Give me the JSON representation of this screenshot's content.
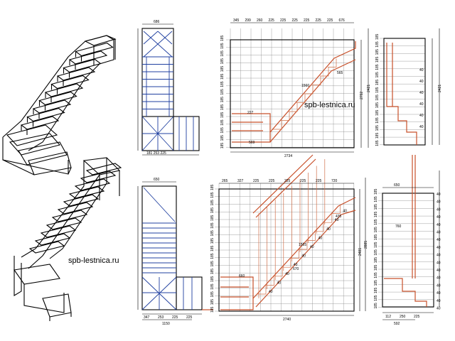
{
  "watermarks": {
    "top": "spb-lestnica.ru",
    "bottom": "spb-lestnica.ru"
  },
  "dims": {
    "plan1_top": "686",
    "plan1_w": "181 253 225",
    "s1_top": [
      "345",
      "299",
      "260",
      "225",
      "225",
      "225",
      "225",
      "225",
      "225",
      "676"
    ],
    "s1_total": "2734",
    "s1_h1": "2792",
    "s1_h2": "2421",
    "s1_mid": [
      "565",
      "1560",
      "227",
      "569"
    ],
    "plan2_top": "650",
    "plan2_bot": [
      "347",
      "253",
      "225",
      "225"
    ],
    "plan2_total": "1150",
    "s2_top": [
      "265",
      "327",
      "225",
      "225",
      "225",
      "225",
      "225",
      "720"
    ],
    "s2_total": "2740",
    "s2_h": [
      "2481",
      "2885"
    ],
    "s2_mid": [
      "1565",
      "660",
      "670",
      "435"
    ],
    "e2_top": "650",
    "e2_mid": "760",
    "e2_bot": [
      "112",
      "250",
      "225"
    ],
    "e2_total": "592",
    "riser": "185",
    "tread": "225",
    "small": "40"
  }
}
